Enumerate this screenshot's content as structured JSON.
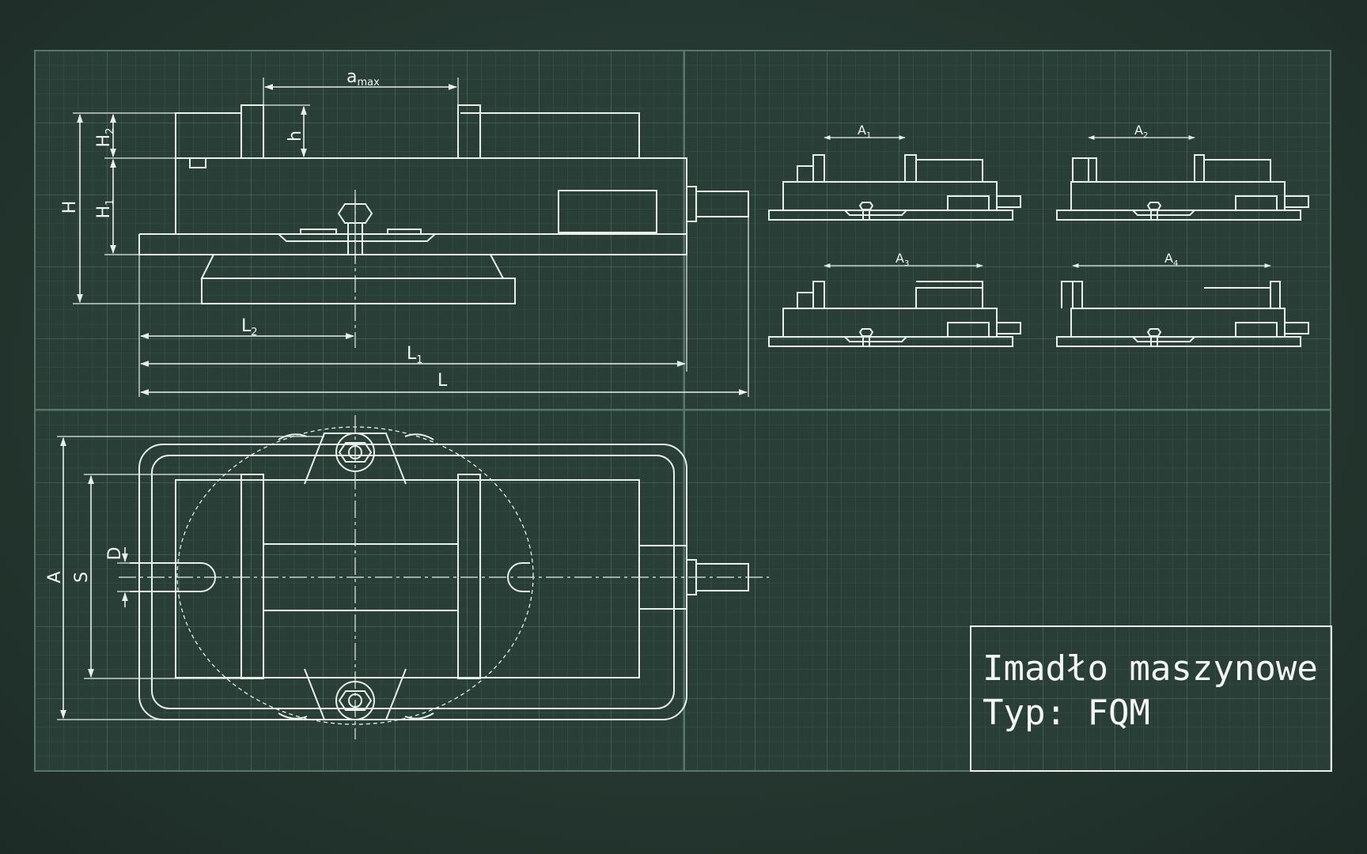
{
  "title_block": {
    "line1": "Imadło maszynowe",
    "line2": "Typ: FQM"
  },
  "side_view": {
    "dims": {
      "a": "a",
      "a_sub": "max",
      "h": "h",
      "H": "H",
      "H1": "H",
      "H1_sub": "1",
      "H2": "H",
      "H2_sub": "2",
      "L": "L",
      "L1": "L",
      "L1_sub": "1",
      "L2": "L",
      "L2_sub": "2"
    }
  },
  "variants": [
    {
      "label": "A",
      "sub": "1"
    },
    {
      "label": "A",
      "sub": "2"
    },
    {
      "label": "A",
      "sub": "3"
    },
    {
      "label": "A",
      "sub": "4"
    }
  ],
  "top_view": {
    "dims": {
      "A": "A",
      "S": "S",
      "D": "D"
    }
  },
  "colors": {
    "background": "#263a33",
    "grid_minor": "#3c5a50",
    "grid_major": "#4b6b60",
    "lines": "#e9efe9"
  }
}
